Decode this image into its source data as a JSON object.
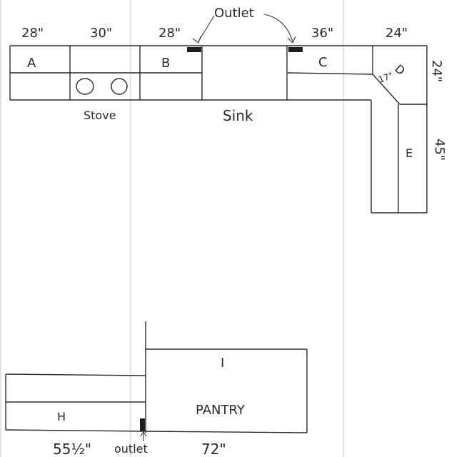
{
  "annotations": {
    "outlet_top": "Outlet",
    "outlet_bottom": "outlet"
  },
  "dimensions": {
    "a": "28\"",
    "stove": "30\"",
    "b": "28\"",
    "c": "36\"",
    "d_top": "24\"",
    "d_side": "24\"",
    "d_angle": "17\"",
    "e": "45\"",
    "h": "55½\"",
    "pantry": "72\""
  },
  "sections": {
    "a": "A",
    "b": "B",
    "c": "C",
    "d": "D",
    "e": "E",
    "h": "H",
    "i": "I"
  },
  "appliances": {
    "stove": "Stove",
    "sink": "Sink",
    "pantry": "PANTRY"
  }
}
